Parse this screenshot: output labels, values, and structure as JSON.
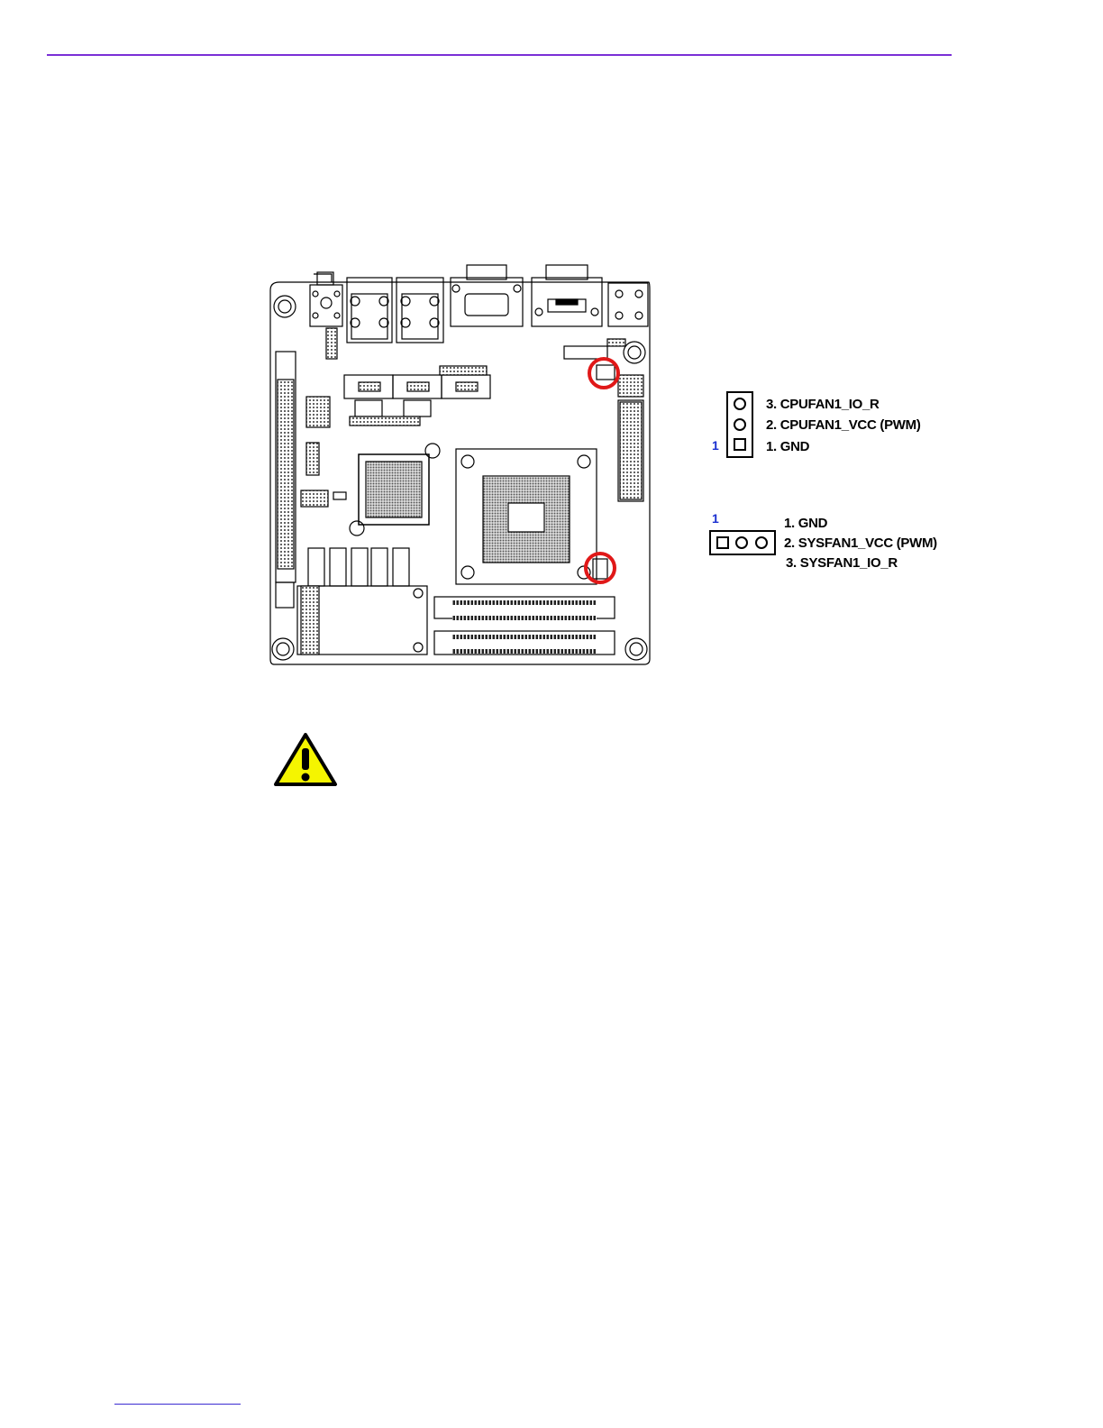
{
  "colors": {
    "header_rule": "#7a2fd6",
    "footer_rule": "#3b2bd1",
    "highlight": "#e01818",
    "pin_one": "#1a2fd0",
    "warning_fill": "#f5f500"
  },
  "cpu_fan": {
    "pin_one_marker": "1",
    "pins": [
      "3. CPUFAN1_IO_R",
      "2. CPUFAN1_VCC (PWM)",
      "1. GND"
    ]
  },
  "sys_fan": {
    "pin_one_marker": "1",
    "pins": [
      "1. GND",
      "2. SYSFAN1_VCC (PWM)",
      "3. SYSFAN1_IO_R"
    ]
  },
  "icons": {
    "board": "motherboard-layout-icon",
    "caution": "warning-triangle-icon"
  }
}
